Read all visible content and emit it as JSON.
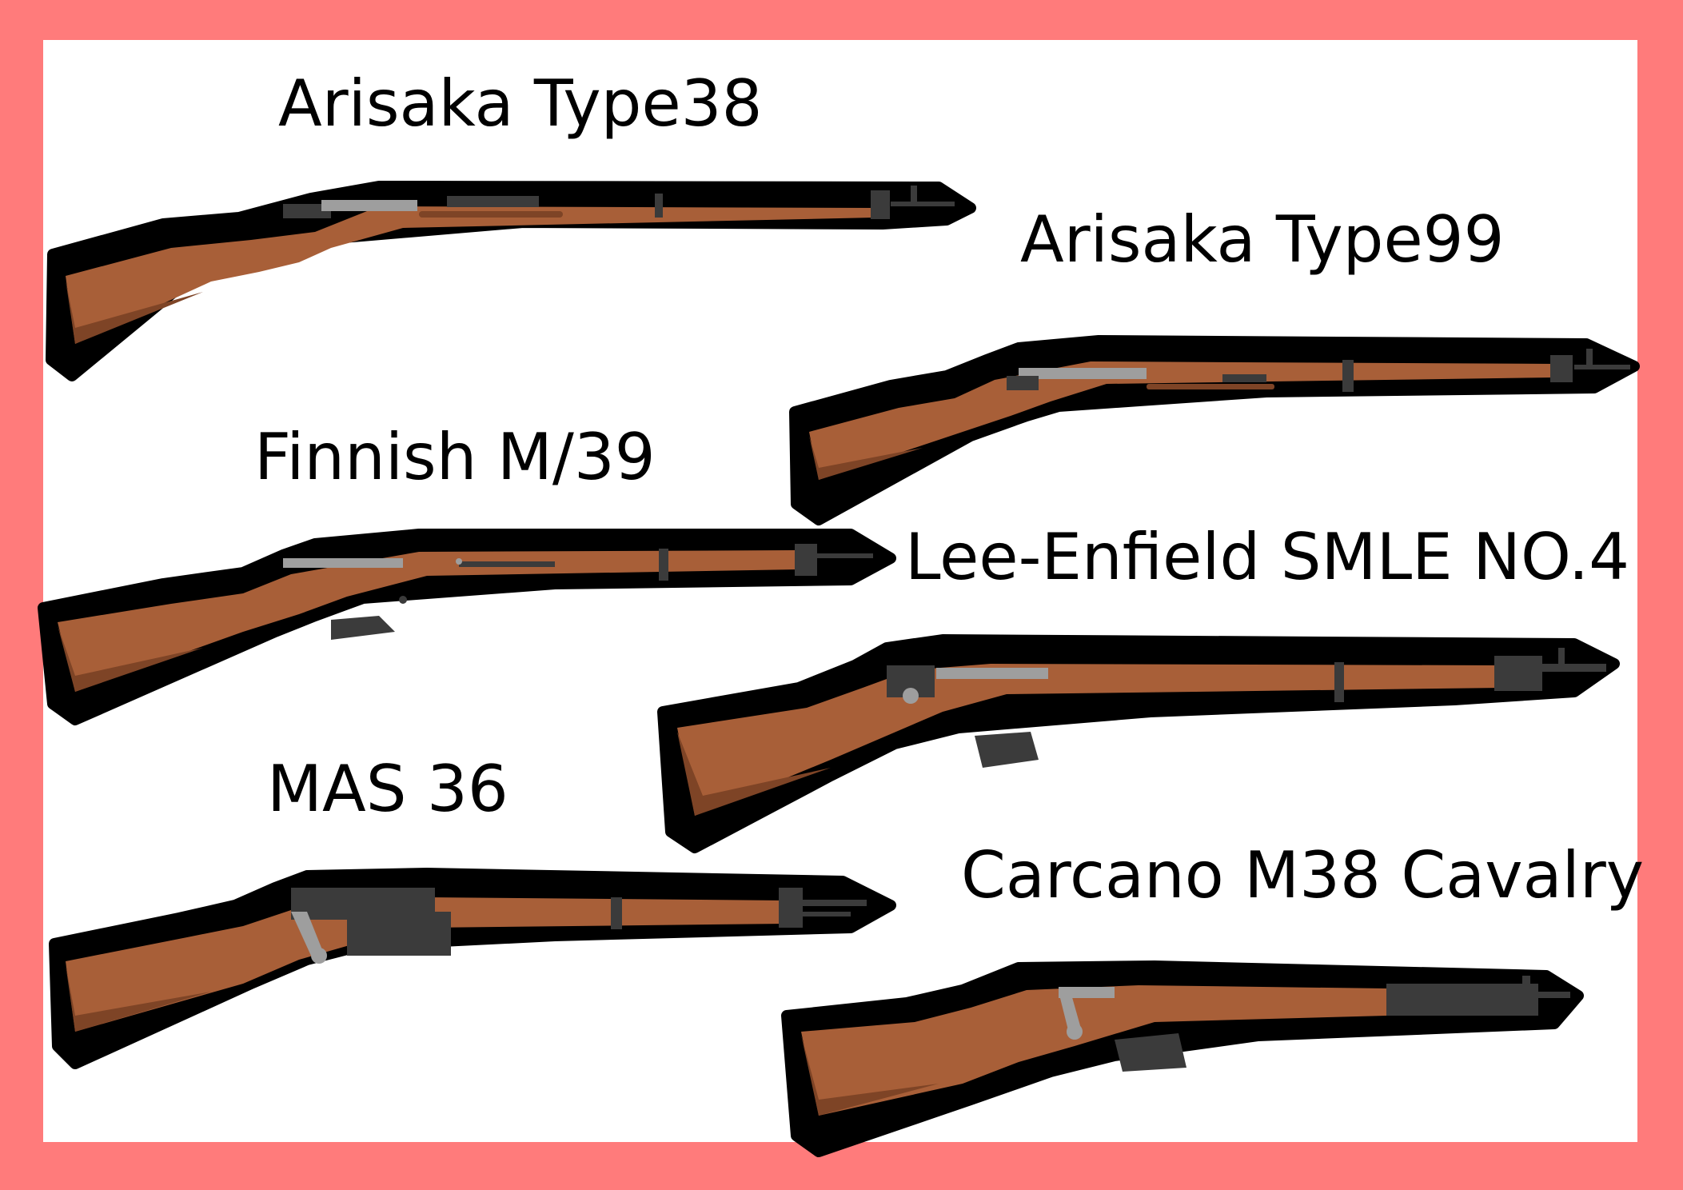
{
  "colors": {
    "frame": "#ff7b7b",
    "sheet": "#ffffff",
    "outline": "#000000",
    "wood": "#a85f38",
    "wood_dark": "#7e4426",
    "metal_dark": "#3b3b3b",
    "metal_light": "#9e9e9e",
    "label_text": "#000000"
  },
  "rifles": [
    {
      "name": "Arisaka Type38",
      "image": "arisaka-type38-rifle-illustration"
    },
    {
      "name": "Arisaka Type99",
      "image": "arisaka-type99-rifle-illustration"
    },
    {
      "name": "Finnish M/39",
      "image": "finnish-m39-rifle-illustration"
    },
    {
      "name": "Lee-Enfield SMLE NO.4",
      "image": "lee-enfield-no4-rifle-illustration"
    },
    {
      "name": "MAS 36",
      "image": "mas36-rifle-illustration"
    },
    {
      "name": "Carcano M38 Cavalry",
      "image": "carcano-m38-cavalry-rifle-illustration"
    }
  ]
}
